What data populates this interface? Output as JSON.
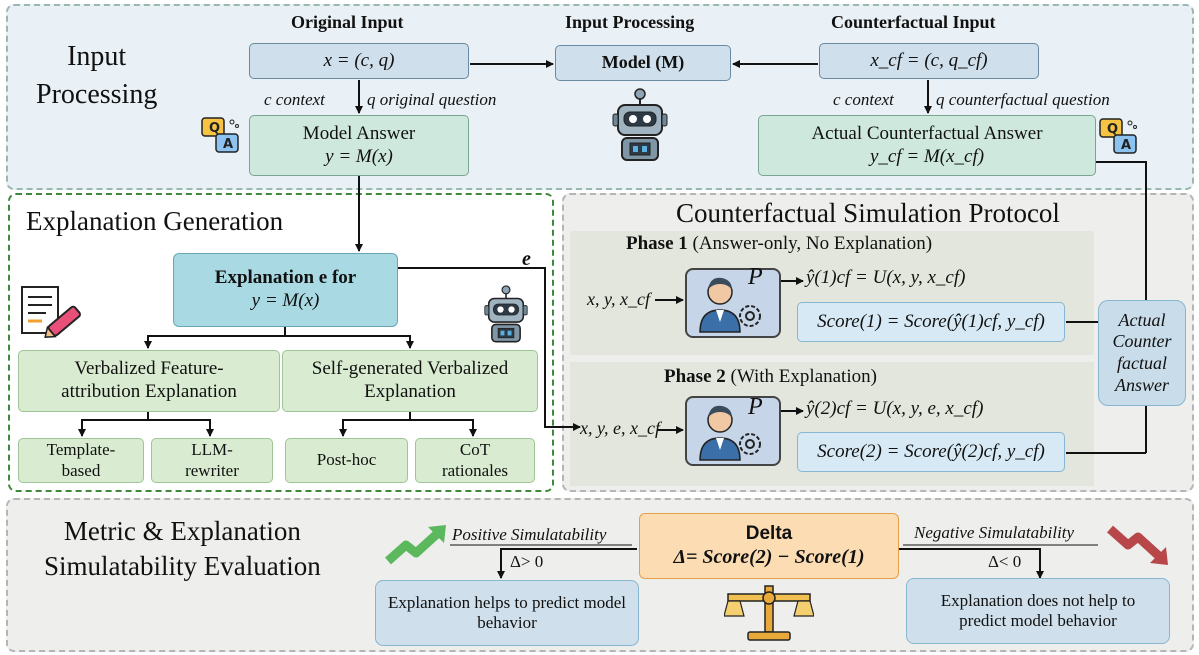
{
  "sections": {
    "input_processing": "Input\nProcessing",
    "explanation_generation": "Explanation Generation",
    "simulation_protocol": "Counterfactual Simulation Protocol",
    "metric": "Metric & Explanation\nSimulatability Evaluation"
  },
  "input": {
    "original_header": "Original Input",
    "original_formula": "x = (c, q)",
    "processing_header": "Input Processing",
    "model_label": "Model (M)",
    "counterfactual_header": "Counterfactual Input",
    "counterfactual_formula": "x_cf = (c, q_cf)",
    "left_context": "c context",
    "left_question": "q original question",
    "right_context": "c context",
    "right_question": "q counterfactual question",
    "model_answer_title": "Model Answer",
    "model_answer_formula": "y = M(x)",
    "cf_answer_title": "Actual Counterfactual Answer",
    "cf_answer_formula": "y_cf = M(x_cf)"
  },
  "explanation": {
    "main_line1": "Explanation e for",
    "main_line2": "y = M(x)",
    "e_label": "e",
    "verbalized_feature": "Verbalized Feature-attribution Explanation",
    "self_generated": "Self-generated Verbalized Explanation",
    "template": "Template-based",
    "llm_rewriter": "LLM-rewriter",
    "post_hoc": "Post-hoc",
    "cot": "CoT rationales"
  },
  "simulation": {
    "phase1_bold": "Phase 1",
    "phase1_rest": "(Answer-only, No Explanation)",
    "phase1_input": "x, y, x_cf",
    "phase1_pred": "ŷ(1)cf = U(x, y, x_cf)",
    "phase1_score": "Score(1) = Score(ŷ(1)cf, y_cf)",
    "phase2_bold": "Phase 2",
    "phase2_rest": "(With Explanation)",
    "phase2_input": "x, y, e, x_cf",
    "phase2_pred": "ŷ(2)cf = U(x, y, e, x_cf)",
    "phase2_score": "Score(2) = Score(ŷ(2)cf, y_cf)",
    "p_label": "P",
    "actual_box": "Actual Counter factual Answer"
  },
  "metric": {
    "delta_title": "Delta",
    "delta_formula": "Δ= Score(2) − Score(1)",
    "positive": "Positive Simulatability",
    "negative": "Negative Simulatability",
    "pos_cond": "Δ> 0",
    "neg_cond": "Δ< 0",
    "helps": "Explanation helps to predict model behavior",
    "not_helps": "Explanation does not help to predict model behavior"
  },
  "colors": {
    "input_bg": "#e9f1f6",
    "expl_border": "#3e8a3a",
    "delta_bg": "#fcdcb3",
    "positive_arrow": "#5cb85c",
    "negative_arrow": "#b8474a"
  },
  "icons": [
    "robot-icon",
    "qa-chat-icon",
    "document-pen-icon",
    "person-gear-icon",
    "trend-up-icon",
    "trend-down-icon",
    "balance-scale-icon"
  ]
}
